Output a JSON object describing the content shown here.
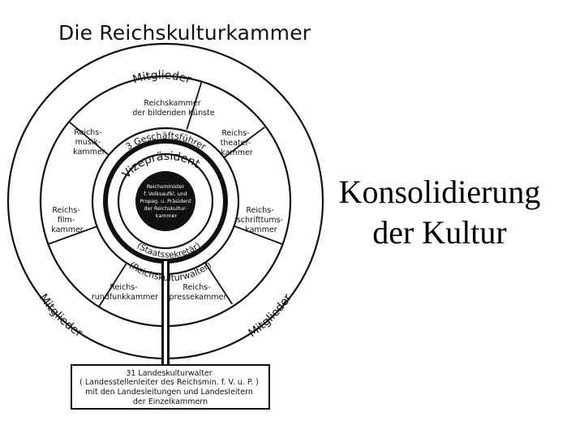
{
  "diagram": {
    "title": "Die Reichskulturkammer",
    "outer_ring_labels": [
      "Mitglieder",
      "Mitglieder",
      "Mitglieder"
    ],
    "chambers": [
      [
        "Reichskammer",
        "der bildenden Künste"
      ],
      [
        "Reichs-",
        "theater-",
        "kammer"
      ],
      [
        "Reichs-",
        "schrifttums-",
        "kammer"
      ],
      [
        "Reichs-",
        "pressekammer"
      ],
      [
        "Reichs-",
        "rundfunkkammer"
      ],
      [
        "Reichs-",
        "film-",
        "kammer"
      ],
      [
        "Reichs-",
        "musik-",
        "kammer"
      ]
    ],
    "management_ring_top": "3 Geschäftsführer",
    "management_ring_bottom": "(Reichskulturwalter)",
    "vice_president_top": "Vizepräsident",
    "vice_president_bottom": "(Staatssekretär)",
    "president": [
      "Reichsminister",
      "f. Volksaufkl. und",
      "Propag. u. Präsident",
      "der Reichskultur-",
      "kammer"
    ],
    "regional_box": [
      "31 Landeskulturwalter",
      "( Landesstellenleiter des Reichsmin. f. V. u. P. )",
      "mit den Landesleitungen und Landesleitern",
      "der Einzelkammern"
    ]
  },
  "slide": {
    "title_line1": "Konsolidierung",
    "title_line2": "der Kultur"
  }
}
